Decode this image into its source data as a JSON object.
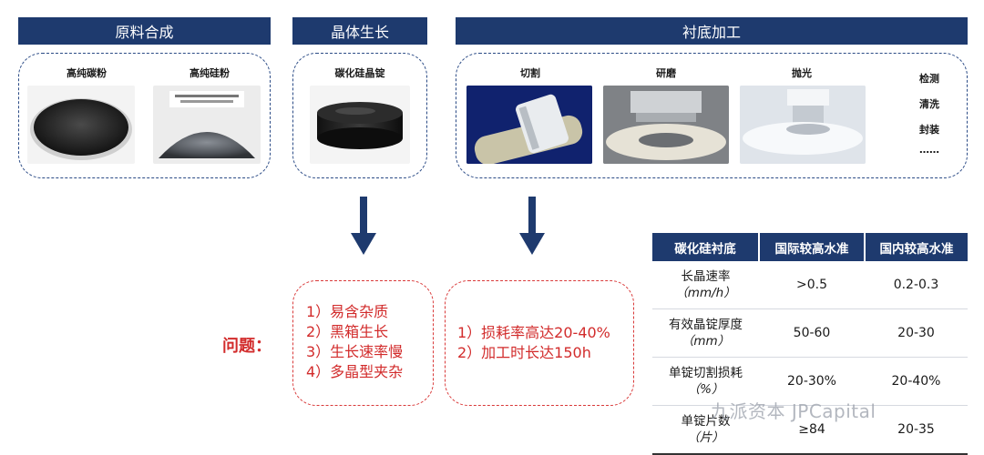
{
  "headers": {
    "raw": "原料合成",
    "crystal": "晶体生长",
    "substrate": "衬底加工"
  },
  "raw_panel": {
    "carbon_label": "高纯碳粉",
    "silicon_label": "高纯硅粉"
  },
  "crystal_panel": {
    "ingot_label": "碳化硅晶锭"
  },
  "substrate_panel": {
    "cut_label": "切割",
    "grind_label": "研磨",
    "polish_label": "抛光",
    "side_steps": [
      "检测",
      "清洗",
      "封装",
      "……"
    ]
  },
  "problems": {
    "label": "问题：",
    "growth": [
      "1）易含杂质",
      "2）黑箱生长",
      "3）生长速率慢",
      "4）多晶型夹杂"
    ],
    "processing": [
      "1）损耗率高达20-40%",
      "2）加工时长达150h"
    ]
  },
  "table": {
    "headers": [
      "碳化硅衬底",
      "国际较高水准",
      "国内较高水准"
    ],
    "rows": [
      {
        "name": "长晶速率",
        "unit": "（mm/h）",
        "intl": ">0.5",
        "dom": "0.2-0.3"
      },
      {
        "name": "有效晶锭厚度",
        "unit": "（mm）",
        "intl": "50-60",
        "dom": "20-30"
      },
      {
        "name": "单锭切割损耗",
        "unit": "（%）",
        "intl": "20-30%",
        "dom": "20-40%"
      },
      {
        "name": "单锭片数",
        "unit": "（片）",
        "intl": "≥84",
        "dom": "20-35"
      }
    ]
  },
  "watermark": "九派资本 JPCapital",
  "colors": {
    "navy": "#1e3a6e",
    "problem_red": "#d22b2b"
  }
}
